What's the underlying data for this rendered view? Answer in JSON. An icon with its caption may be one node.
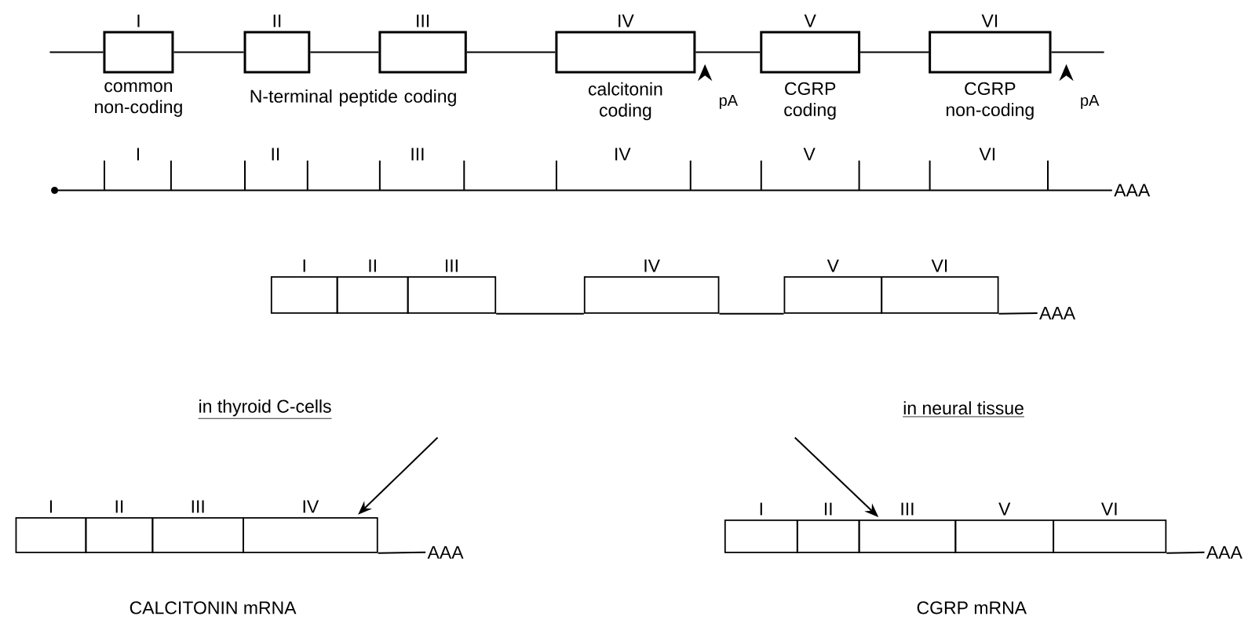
{
  "diagram": {
    "nodes": [
      {
        "text": [
          "I"
        ],
        "beside": [
          "common non-coding"
        ]
      },
      {
        "text": [
          "II"
        ]
      },
      {
        "text": [
          "III"
        ]
      },
      {
        "text": [
          "IV"
        ],
        "beside": [
          "calcitonin coding"
        ]
      },
      {
        "text": [
          "V"
        ],
        "beside": [
          "CGRP coding"
        ]
      },
      {
        "text": [
          "VI"
        ],
        "beside": [
          "CGRP non-coding"
        ]
      },
      {
        "text": [],
        "shape": "circle"
      },
      {
        "text": [
          "AAA"
        ]
      },
      {
        "text": [
          "I"
        ]
      },
      {
        "text": [
          "II"
        ]
      },
      {
        "text": [
          "III"
        ]
      },
      {
        "text": [
          "IV"
        ]
      },
      {
        "text": [
          "V"
        ]
      },
      {
        "text": [
          "VI"
        ]
      },
      {
        "text": [
          "AAA"
        ]
      },
      {
        "text": [
          "I"
        ]
      },
      {
        "text": [
          "II"
        ]
      },
      {
        "text": [
          "III"
        ]
      },
      {
        "text": [
          "IV"
        ]
      },
      {
        "text": [
          "AAA"
        ]
      },
      {
        "text": [
          "I"
        ]
      },
      {
        "text": [
          "II"
        ]
      },
      {
        "text": [
          "III"
        ]
      },
      {
        "text": [
          "V"
        ]
      },
      {
        "text": [
          "VI"
        ]
      },
      {
        "text": [
          "AAA"
        ]
      }
    ],
    "edges": [
      {
        "from": null,
        "to": 0,
        "arrow": "none"
      },
      {
        "from": 0,
        "to": 1,
        "arrow": "none"
      },
      {
        "from": 1,
        "to": 2,
        "arrow": "none"
      },
      {
        "from": 2,
        "to": 3,
        "arrow": "none"
      },
      {
        "from": 3,
        "to": 4,
        "arrow": "none"
      },
      {
        "from": 4,
        "to": 5,
        "arrow": "none"
      },
      {
        "from": 5,
        "to": null,
        "arrow": "none"
      },
      {
        "from": 6,
        "to": 7,
        "arrow": "none"
      },
      {
        "from": 10,
        "to": 11,
        "arrow": "none"
      },
      {
        "from": 11,
        "to": 12,
        "arrow": "none"
      },
      {
        "from": 13,
        "to": 14,
        "arrow": "none"
      },
      {
        "from": null,
        "to": 18,
        "arrow": "to"
      },
      {
        "from": null,
        "to": 22,
        "arrow": "to"
      },
      {
        "from": 18,
        "to": 19,
        "arrow": "none"
      },
      {
        "from": 24,
        "to": 25,
        "arrow": "none"
      }
    ],
    "labels": [
      "N-terminal peptide coding",
      "pA",
      "pA",
      "I",
      "II",
      "III",
      "IV",
      "V",
      "VI",
      "in thyroid C-cells",
      "in neural tissue",
      "CALCITONIN mRNA",
      "CGRP mRNA"
    ]
  }
}
